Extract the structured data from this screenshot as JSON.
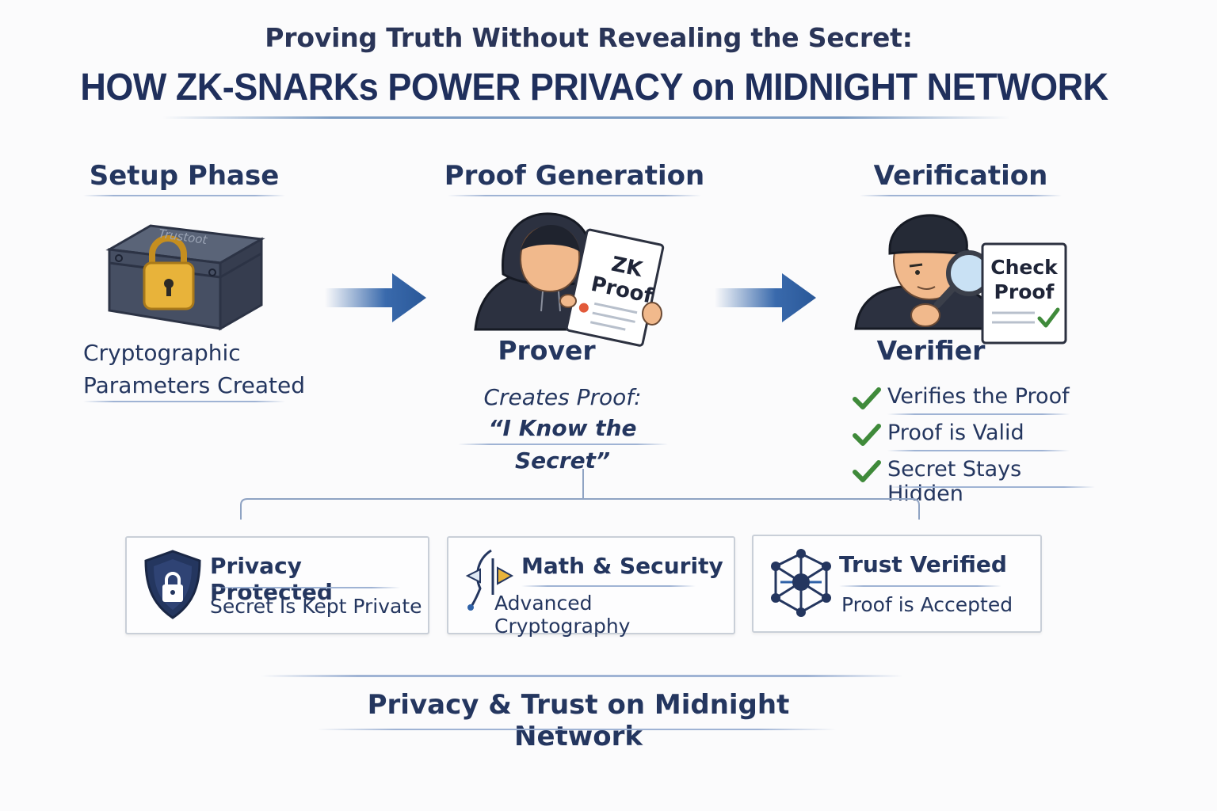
{
  "title": {
    "line1": "Proving Truth Without Revealing the Secret:",
    "line2": "HOW ZK-SNARKs POWER PRIVACY on MIDNIGHT NETWORK"
  },
  "phases": {
    "setup": {
      "heading": "Setup Phase",
      "box_label": "Trustoot",
      "caption_line1": "Cryptographic",
      "caption_line2": "Parameters Created"
    },
    "proof": {
      "heading": "Proof Generation",
      "doc_line1": "ZK",
      "doc_line2": "Proof",
      "role": "Prover",
      "caption_line1": "Creates Proof:",
      "caption_line2": "“I Know the Secret”"
    },
    "verification": {
      "heading": "Verification",
      "doc_line1": "Check",
      "doc_line2": "Proof",
      "role": "Verifier",
      "checks": [
        "Verifies the Proof",
        "Proof is Valid",
        "Secret Stays Hidden"
      ]
    }
  },
  "cards": [
    {
      "title": "Privacy Protected",
      "subtitle": "Secret Is Kept Private",
      "icon": "shield-lock-icon"
    },
    {
      "title": "Math & Security",
      "subtitle": "Advanced Cryptography",
      "icon": "compass-icon"
    },
    {
      "title": "Trust Verified",
      "subtitle": "Proof is Accepted",
      "icon": "network-nodes-icon"
    }
  ],
  "footer": "Privacy & Trust on Midnight Network",
  "colors": {
    "navy": "#24365f",
    "arrow_blue": "#2f62a8",
    "check_green": "#3f8a3a",
    "lock_gold": "#e8b33a"
  }
}
